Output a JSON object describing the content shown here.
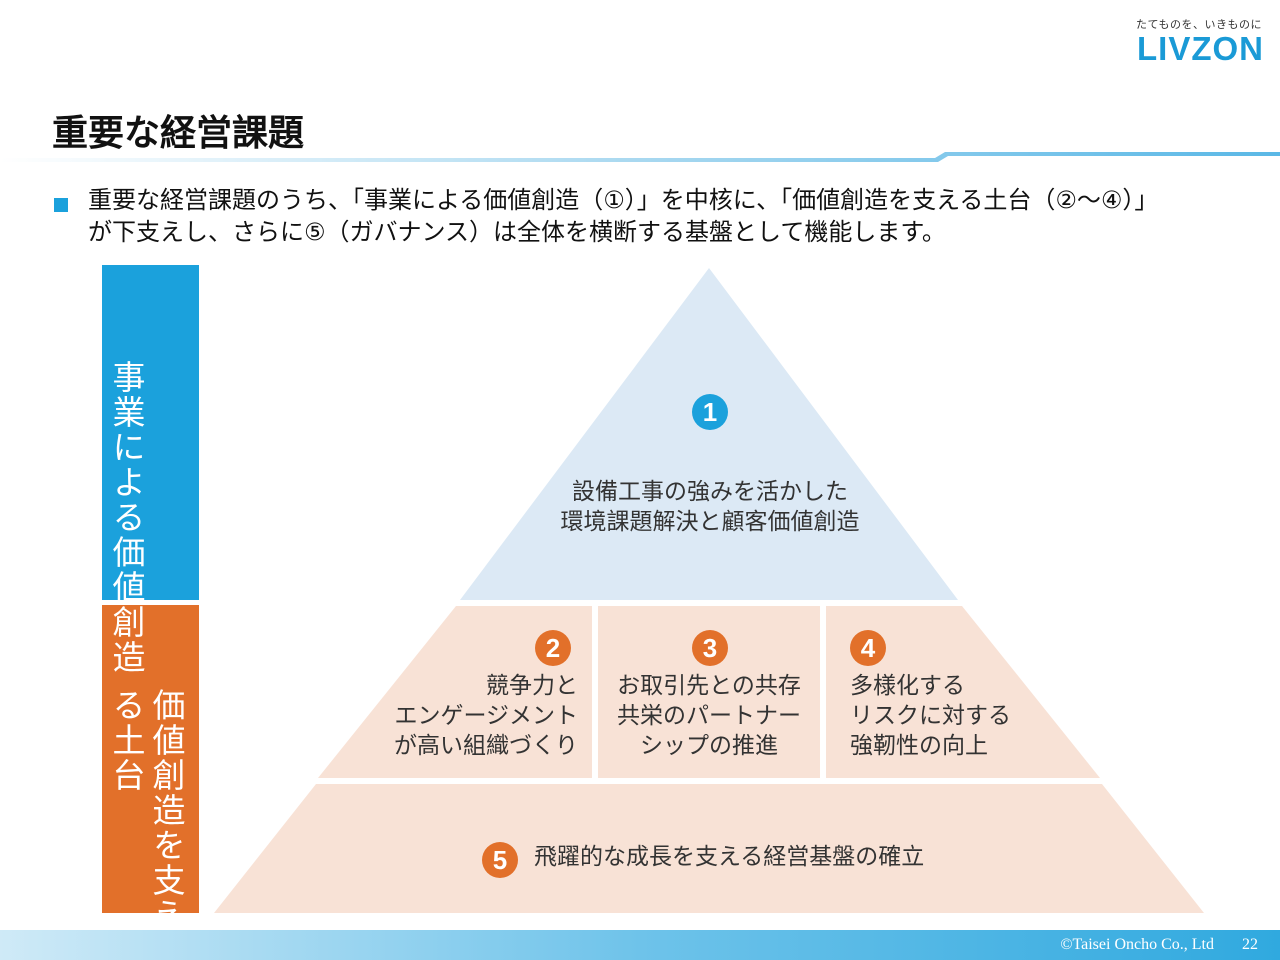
{
  "header": {
    "tagline": "たてものを、いきものに",
    "logo": "LIVZON"
  },
  "title": "重要な経営課題",
  "bullet": "重要な経営課題のうち、「事業による価値創造（①）」を中核に、「価値創造を支える土台（②～④）」が下支えし、さらに⑤（ガバナンス）は全体を横断する基盤として機能します。",
  "side": {
    "top_label": "事業による価値創造",
    "bottom_label": "価値創造を支える土台"
  },
  "pyramid": {
    "top": {
      "number": "1",
      "line1": "設備工事の強みを活かした",
      "line2": "環境課題解決と顧客価値創造"
    },
    "middle": [
      {
        "number": "2",
        "lines": [
          "競争力と",
          "エンゲージメント",
          "が高い組織づくり"
        ]
      },
      {
        "number": "3",
        "lines": [
          "お取引先との共存",
          "共栄のパートナー",
          "シップの推進"
        ]
      },
      {
        "number": "4",
        "lines": [
          "多様化する",
          "リスクに対する",
          "強靭性の向上"
        ]
      }
    ],
    "bottom": {
      "number": "5",
      "text": "飛躍的な成長を支える経営基盤の確立"
    }
  },
  "colors": {
    "accent_blue": "#1ba1dc",
    "accent_orange": "#e2702a",
    "pyramid_top_fill": "#dce9f5",
    "pyramid_base_fill": "#f8e2d6"
  },
  "footer": {
    "copyright": "©Taisei Oncho Co., Ltd",
    "page_number": "22"
  }
}
